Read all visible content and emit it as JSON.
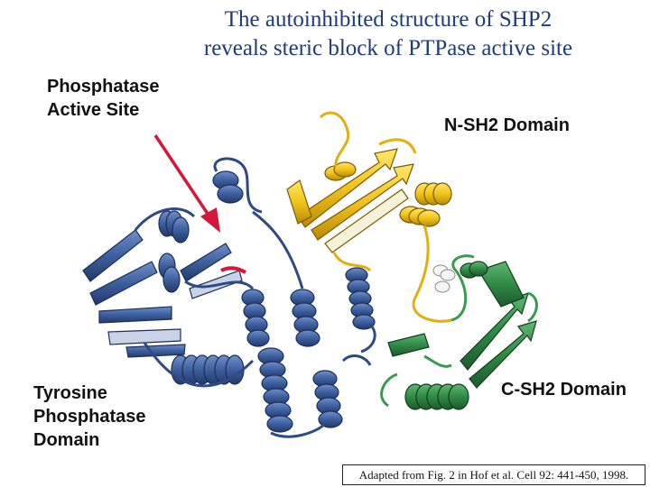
{
  "slide": {
    "title_line1": "The autoinhibited structure of SHP2",
    "title_line2": "reveals steric block of PTPase active site"
  },
  "labels": {
    "active_site_line1": "Phosphatase",
    "active_site_line2": "Active Site",
    "nsh2": "N-SH2 Domain",
    "csh2": "C-SH2 Domain",
    "ptp_line1": "Tyrosine",
    "ptp_line2": "Phosphatase",
    "ptp_line3": "Domain"
  },
  "citation": "Adapted from Fig. 2 in Hof et al. Cell 92: 441-450, 1998.",
  "colors": {
    "title": "#1f3b7a",
    "ptp_domain": "#3d5f9e",
    "nsh2_domain": "#f2c31b",
    "csh2_domain": "#2f8a45",
    "arrow": "#d4173a"
  }
}
